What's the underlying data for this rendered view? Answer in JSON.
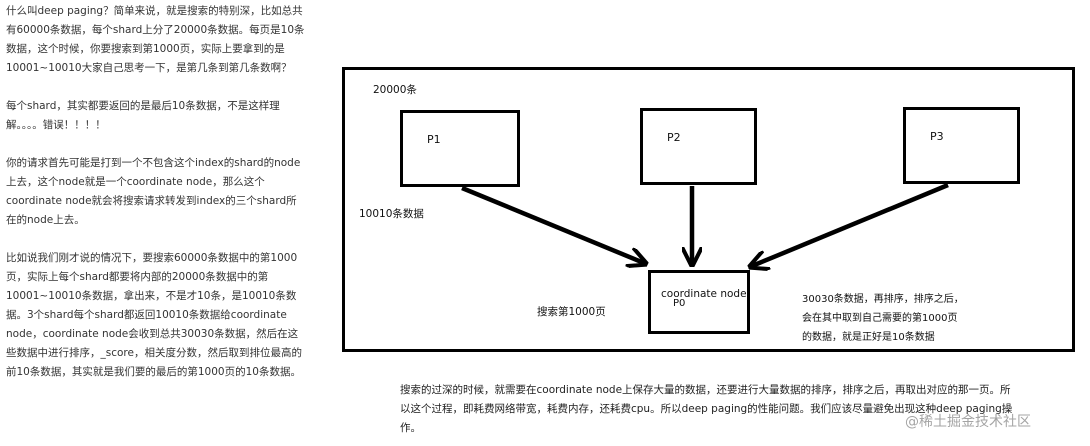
{
  "left": {
    "paragraphs": [
      "什么叫deep paging？简单来说，就是搜索的特别深，比如总共有60000条数据，每个shard上分了20000条数据。每页是10条数据，这个时候，你要搜索到第1000页，实际上要拿到的是10001~10010大家自己思考一下，是第几条到第几条数啊？",
      "每个shard，其实都要返回的是最后10条数据，不是这样理解。。。。错误！！！！",
      "你的请求首先可能是打到一个不包含这个index的shard的node上去，这个node就是一个coordinate node，那么这个coordinate node就会将搜索请求转发到index的三个shard所在的node上去。",
      "比如说我们刚才说的情况下，要搜索60000条数据中的第1000页，实际上每个shard都要将内部的20000条数据中的第10001~10010条数据，拿出来，不是才10条，是10010条数据。3个shard每个shard都返回10010条数据给coordinate node，coordinate node会收到总共30030条数据，然后在这些数据中进行排序，_score，相关度分数，然后取到排位最高的前10条数据，其实就是我们要的最后的第1000页的10条数据。"
    ]
  },
  "diagram": {
    "count_label": "20000条",
    "returned_label": "10010条数据",
    "search_label": "搜索第1000页",
    "shards": [
      "P1",
      "P2",
      "P3"
    ],
    "coordinate_label": "coordinate node",
    "coordinate_sub": "P0",
    "right_note": [
      "30030条数据，再排序，排序之后，",
      "会在其中取到自己需要的第1000页",
      "的数据，就是正好是10条数据"
    ]
  },
  "bottom": {
    "text": "搜索的过深的时候，就需要在coordinate node上保存大量的数据，还要进行大量数据的排序，排序之后，再取出对应的那一页。所以这个过程，即耗费网络带宽，耗费内存，还耗费cpu。所以deep paging的性能问题。我们应该尽量避免出现这种deep paging操作。"
  },
  "watermark": "@稀土掘金技术社区"
}
